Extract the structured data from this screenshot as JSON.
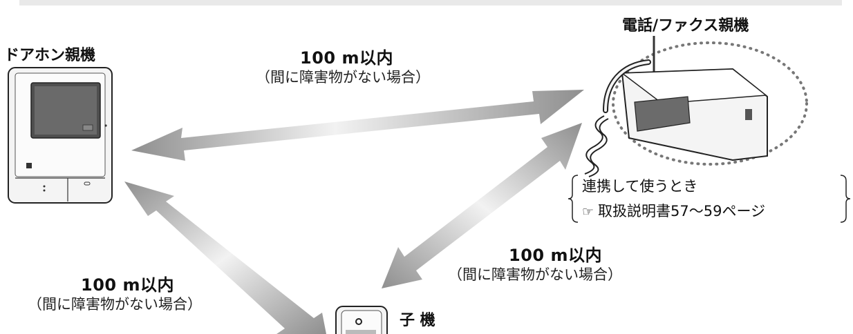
{
  "devices": {
    "door_monitor": "ドアホン親機",
    "fax": "電話/ファクス親機",
    "handset": "子 機"
  },
  "links": [
    {
      "distance": "100 m以内",
      "condition": "（間に障害物がない場合）"
    },
    {
      "distance": "100 m以内",
      "condition": "（間に障害物がない場合）"
    },
    {
      "distance": "100 m以内",
      "condition": "（間に障害物がない場合）"
    }
  ],
  "note": {
    "line1": "連携して使うとき",
    "ref_icon": "☞",
    "line2": "取扱説明書57～59ページ"
  },
  "colors": {
    "arrow_dark": "#8f8f8f",
    "arrow_light": "#f3f3f3",
    "device_outline": "#222222",
    "device_fill": "#f4f4f4",
    "screen": "#5a5a5a"
  },
  "icons": [
    "reference-pointer-icon"
  ]
}
